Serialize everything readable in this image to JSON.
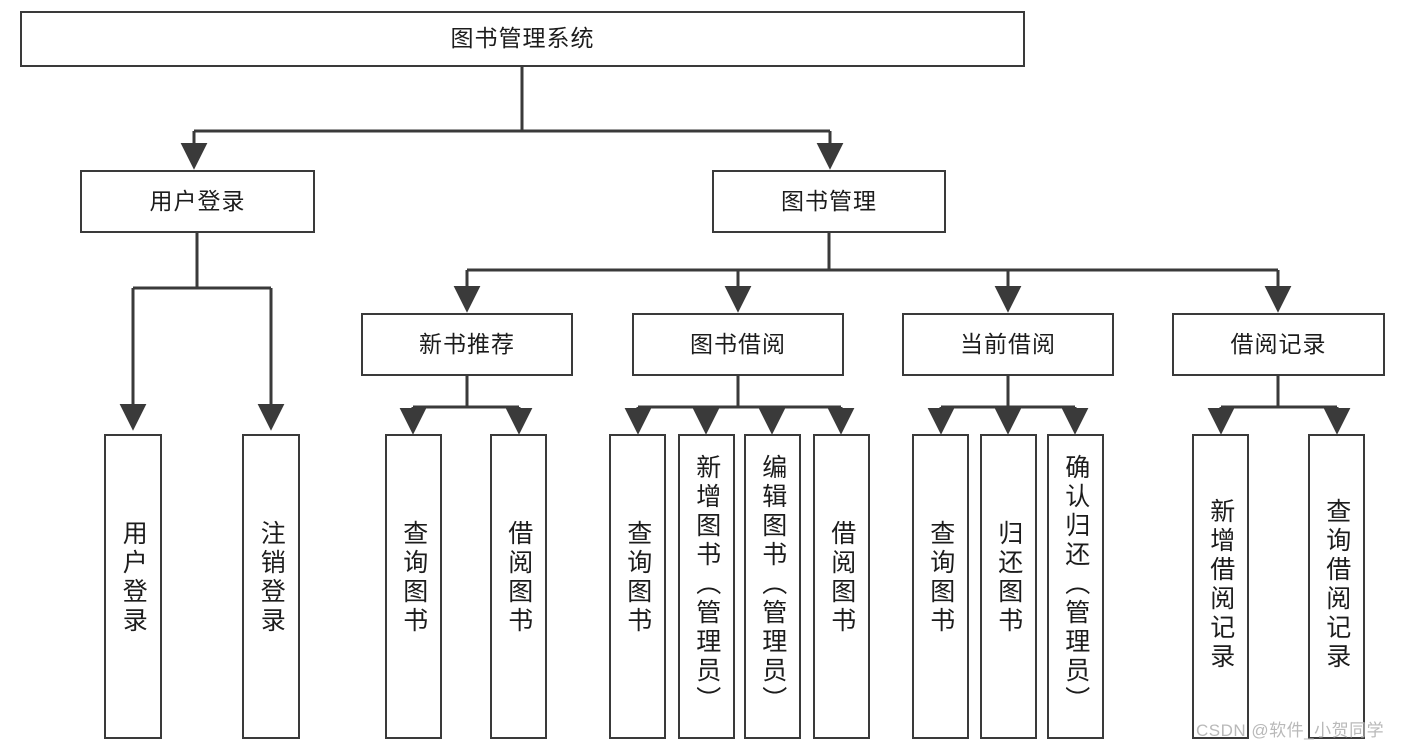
{
  "diagram": {
    "title": "图书管理系统",
    "root": {
      "label": "图书管理系统"
    },
    "level2": [
      {
        "label": "用户登录"
      },
      {
        "label": "图书管理"
      }
    ],
    "level3": [
      {
        "label": "新书推荐"
      },
      {
        "label": "图书借阅"
      },
      {
        "label": "当前借阅"
      },
      {
        "label": "借阅记录"
      }
    ],
    "leaves": {
      "user_login": [
        {
          "label": "用户登录"
        },
        {
          "label": "注销登录"
        }
      ],
      "new_book_recommend": [
        {
          "label": "查询图书"
        },
        {
          "label": "借阅图书"
        }
      ],
      "book_borrow": [
        {
          "label": "查询图书"
        },
        {
          "label": "新增图书（管理员）"
        },
        {
          "label": "编辑图书（管理员）"
        },
        {
          "label": "借阅图书"
        }
      ],
      "current_borrow": [
        {
          "label": "查询图书"
        },
        {
          "label": "归还图书"
        },
        {
          "label": "确认归还（管理员）"
        }
      ],
      "borrow_record": [
        {
          "label": "新增借阅记录"
        },
        {
          "label": "查询借阅记录"
        }
      ]
    },
    "watermark": "CSDN @软件_小贺同学",
    "colors": {
      "stroke": "#3a3a3a",
      "fill": "#ffffff",
      "text": "#1c1c1c",
      "watermark": "#b9b9b9"
    }
  }
}
